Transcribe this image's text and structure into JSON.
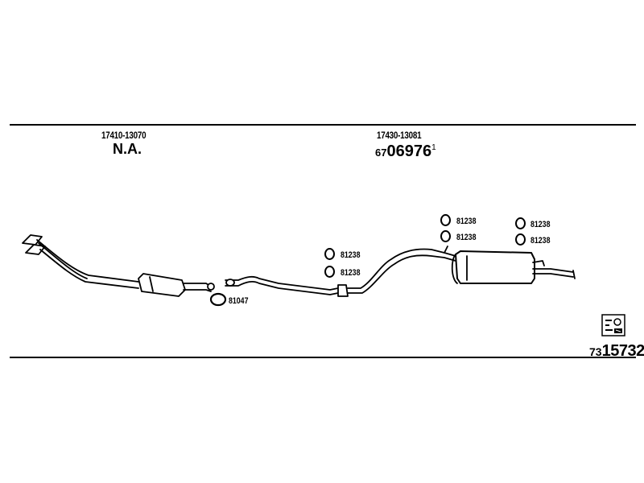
{
  "header": {
    "left_part_no": "17410-13070",
    "left_status": "N.A.",
    "center_part_no": "17430-13081",
    "center_prefix": "67",
    "center_number": "06976",
    "center_sup": "1"
  },
  "rings": {
    "label": "81238",
    "clamp_label": "81047"
  },
  "footer": {
    "prefix": "73",
    "number": "15732"
  },
  "icons": {
    "logo": "catalog-logo-icon"
  }
}
